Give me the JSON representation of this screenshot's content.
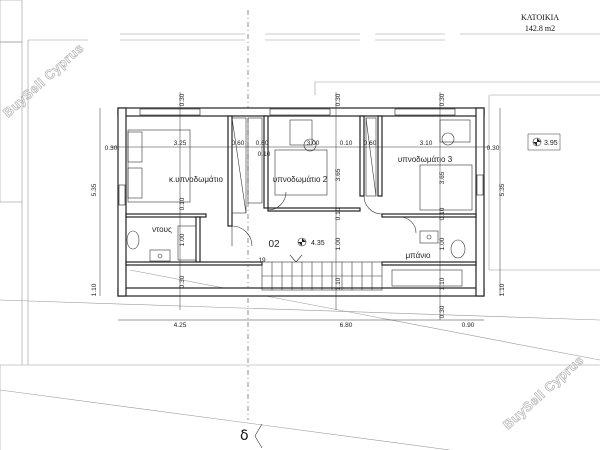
{
  "title_block": {
    "label": "ΚΑΤΟΙΚΙΑ",
    "area": "142.8 m2"
  },
  "rooms": {
    "master_bedroom": "κ.υπνοδωμάτιο",
    "bedroom_2": "υπνοδωμάτιο 2",
    "bedroom_3": "υπνοδωμάτιο 3",
    "wc": "ντους",
    "bathroom": "μπάνιο",
    "hall_number": "02"
  },
  "levels": {
    "main": "4.35",
    "side": "3.95"
  },
  "dimensions": {
    "top_master_width": "3.25",
    "top_bed2_width": "3.00",
    "top_bed3_width": "3.10",
    "wall_030": "0.30",
    "wall_060": "0.60",
    "wall_010": "0.10",
    "left_height": "5.35",
    "right_height": "5.35",
    "left_bottom": "1.10",
    "right_bottom": "1.10",
    "bed2_depth": "3.65",
    "bed3_depth": "3.65",
    "wc_width": "1.00",
    "stair_width_a": "1.00",
    "stair_width_b": "1.00",
    "bottom_left": "4.25",
    "bottom_mid": "6.80",
    "bottom_right": "0.90",
    "stair_gap": "19"
  },
  "section_mark": "δ",
  "watermark": "BuySell Cyprus"
}
